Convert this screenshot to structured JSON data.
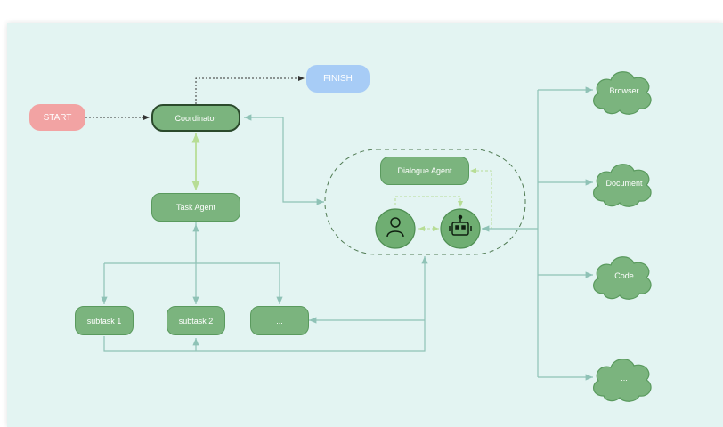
{
  "nodes": {
    "start": "START",
    "finish": "FINISH",
    "coordinator": "Coordinator",
    "task_agent": "Task Agent",
    "dialogue_agent": "Dialogue Agent",
    "subtask1": "subtask 1",
    "subtask2": "subtask 2",
    "subtask_more": "..."
  },
  "tools": [
    "Browser",
    "Document",
    "Code",
    "..."
  ],
  "icons": [
    "person-icon",
    "robot-icon"
  ],
  "colors": {
    "node_green": "#7bb47e",
    "start_red": "#f2a3a3",
    "finish_blue": "#a7ccf6",
    "background": "#e3f4f2"
  }
}
